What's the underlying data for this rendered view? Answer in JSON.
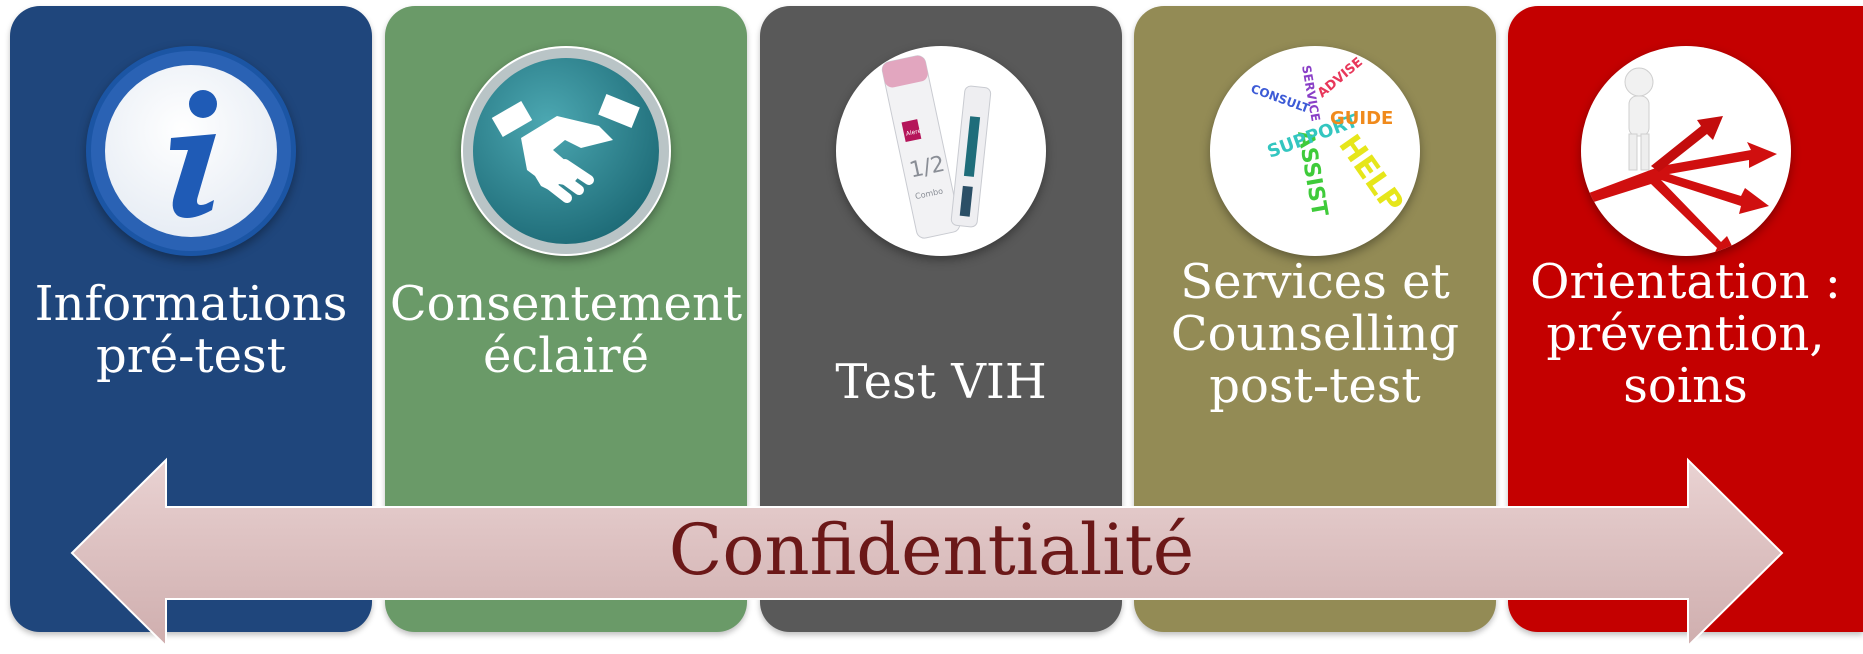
{
  "steps": [
    {
      "id": "info",
      "color": "#1f467c",
      "lines": [
        "Informations",
        "pré-test"
      ],
      "icon": "info-icon"
    },
    {
      "id": "consent",
      "color": "#6a9a68",
      "lines": [
        "Consentement",
        "éclairé"
      ],
      "icon": "handshake-icon"
    },
    {
      "id": "test",
      "color": "#595959",
      "lines": [
        "Test VIH"
      ],
      "icon": "hiv-test-strip-icon"
    },
    {
      "id": "counselling",
      "color": "#938b55",
      "lines": [
        "Services et",
        "Counselling",
        "post-test"
      ],
      "icon": "help-words-icon"
    },
    {
      "id": "orientation",
      "color": "#c40000",
      "lines": [
        "Orientation :",
        "prévention,",
        "soins"
      ],
      "icon": "crossroads-arrows-icon"
    }
  ],
  "banner": {
    "label": "Confidentialité",
    "fill": "#dcc0c0",
    "text_color": "#6b1818"
  },
  "icon_words": {
    "help": "HELP",
    "assist": "ASSIST",
    "support": "SUPPORT",
    "guide": "GUIDE",
    "advise": "ADVISE",
    "service": "SERVICE",
    "consult": "CONSULT"
  },
  "strip_text": {
    "brand": "Alere",
    "number": "1/2",
    "word": "Combo"
  }
}
